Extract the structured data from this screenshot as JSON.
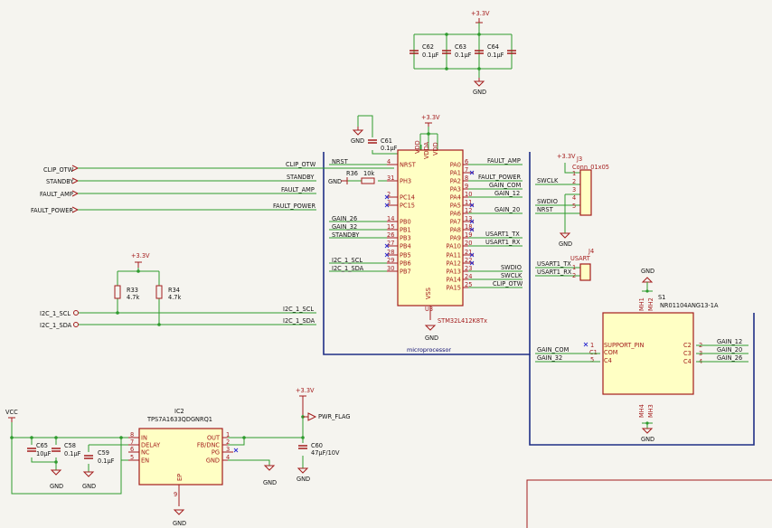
{
  "power": {
    "p33": "+3.3V",
    "gnd": "GND",
    "vcc": "VCC",
    "pwr_flag": "PWR_FLAG"
  },
  "caps_top": [
    {
      "ref": "C62",
      "val": "0.1µF"
    },
    {
      "ref": "C63",
      "val": "0.1µF"
    },
    {
      "ref": "C64",
      "val": "0.1µF"
    }
  ],
  "c61": {
    "ref": "C61",
    "val": "0.1µF"
  },
  "r36": {
    "ref": "R36",
    "val": "10k"
  },
  "hier_labels": [
    "CLIP_OTW",
    "STANDBY",
    "FAULT_AMP",
    "FAULT_POWER",
    "I2C_1_SCL",
    "I2C_1_SDA"
  ],
  "left_nets": [
    "CLIP_OTW",
    "STANDBY",
    "FAULT_AMP",
    "FAULT_POWER",
    "I2C_1_SCL",
    "I2C_1_SDA"
  ],
  "mcu": {
    "ref": "U3",
    "part": "STM32L412K8Tx",
    "top_pins": [
      "VDD",
      "VDDA",
      "VDD"
    ],
    "bottom_pin": "VSS",
    "left_pins": [
      {
        "num": "4",
        "name": "NRST"
      },
      {
        "num": "31",
        "name": "PH3"
      },
      {
        "num": "2",
        "name": "PC14"
      },
      {
        "num": "3",
        "name": "PC15"
      },
      {
        "num": "14",
        "name": "PB0"
      },
      {
        "num": "15",
        "name": "PB1"
      },
      {
        "num": "26",
        "name": "PB3"
      },
      {
        "num": "27",
        "name": "PB4"
      },
      {
        "num": "28",
        "name": "PB5"
      },
      {
        "num": "29",
        "name": "PB6"
      },
      {
        "num": "30",
        "name": "PB7"
      }
    ],
    "right_pins": [
      {
        "num": "6",
        "name": "PA0"
      },
      {
        "num": "7",
        "name": "PA1"
      },
      {
        "num": "8",
        "name": "PA2"
      },
      {
        "num": "9",
        "name": "PA3"
      },
      {
        "num": "10",
        "name": "PA4"
      },
      {
        "num": "11",
        "name": "PA5"
      },
      {
        "num": "12",
        "name": "PA6"
      },
      {
        "num": "13",
        "name": "PA7"
      },
      {
        "num": "18",
        "name": "PA8"
      },
      {
        "num": "19",
        "name": "PA9"
      },
      {
        "num": "20",
        "name": "PA10"
      },
      {
        "num": "21",
        "name": "PA11"
      },
      {
        "num": "22",
        "name": "PA12"
      },
      {
        "num": "23",
        "name": "PA13"
      },
      {
        "num": "24",
        "name": "PA14"
      },
      {
        "num": "25",
        "name": "PA15"
      }
    ],
    "left_nets": [
      "CLIP_OTW",
      "STANDBY",
      "FAULT_AMP",
      "FAULT_POWER",
      "GAIN_26",
      "GAIN_32",
      "STANDBY",
      "I2C_1_SCL",
      "I2C_1_SDA",
      "I2C_1_SCL",
      "I2C_1_SDA"
    ],
    "nrst": "NRST",
    "right_nets": [
      "FAULT_AMP",
      "FAULT_POWER",
      "GAIN_COM",
      "GAIN_12",
      "GAIN_20",
      "USART1_TX",
      "USART1_RX",
      "SWDIO",
      "SWCLK",
      "CLIP_OTW"
    ]
  },
  "group_label": "microprocessor",
  "j3": {
    "ref": "J3",
    "part": "Conn_01x05",
    "nets": [
      "SWCLK",
      "SWDIO",
      "NRST"
    ]
  },
  "j4": {
    "ref": "J4",
    "part": "USART",
    "nets": [
      "USART1_TX",
      "USART1_RX"
    ]
  },
  "pull": {
    "r33": {
      "ref": "R33",
      "val": "4.7k"
    },
    "r34": {
      "ref": "R34",
      "val": "4.7k"
    }
  },
  "s1": {
    "ref": "S1",
    "part": "NR01104ANG13-1A",
    "left_pins": [
      {
        "num": "1",
        "name": "SUPPORT_PIN"
      },
      {
        "num": "5",
        "name": "COM"
      }
    ],
    "left_names2": [
      "C1",
      "C4"
    ],
    "right_pins": [
      {
        "num": "2",
        "name": "C2"
      },
      {
        "num": "3",
        "name": "C3"
      },
      {
        "num": "4",
        "name": "C4"
      }
    ],
    "right_nets": [
      "GAIN_12",
      "GAIN_20",
      "GAIN_26"
    ],
    "left_nets": [
      "GAIN_COM",
      "GAIN_32"
    ],
    "mh_top": [
      "MH1",
      "MH2"
    ],
    "mh_bot": [
      "MH4",
      "MH3"
    ]
  },
  "ic2": {
    "ref": "IC2",
    "part": "TPS7A1633QDGNRQ1",
    "left_pins": [
      {
        "num": "8",
        "name": "IN"
      },
      {
        "num": "7",
        "name": "DELAY"
      },
      {
        "num": "6",
        "name": "NC"
      },
      {
        "num": "5",
        "name": "EN"
      }
    ],
    "right_pins": [
      {
        "num": "1",
        "name": "OUT"
      },
      {
        "num": "2",
        "name": "FB/DNC"
      },
      {
        "num": "3",
        "name": "PG"
      },
      {
        "num": "4",
        "name": "GND"
      }
    ],
    "bottom": {
      "num": "9",
      "name": "EP"
    }
  },
  "caps_reg": [
    {
      "ref": "C65",
      "val": "10µF"
    },
    {
      "ref": "C58",
      "val": "0.1µF"
    },
    {
      "ref": "C59",
      "val": "0.1µF"
    },
    {
      "ref": "C60",
      "val": "47µF/10V"
    }
  ]
}
